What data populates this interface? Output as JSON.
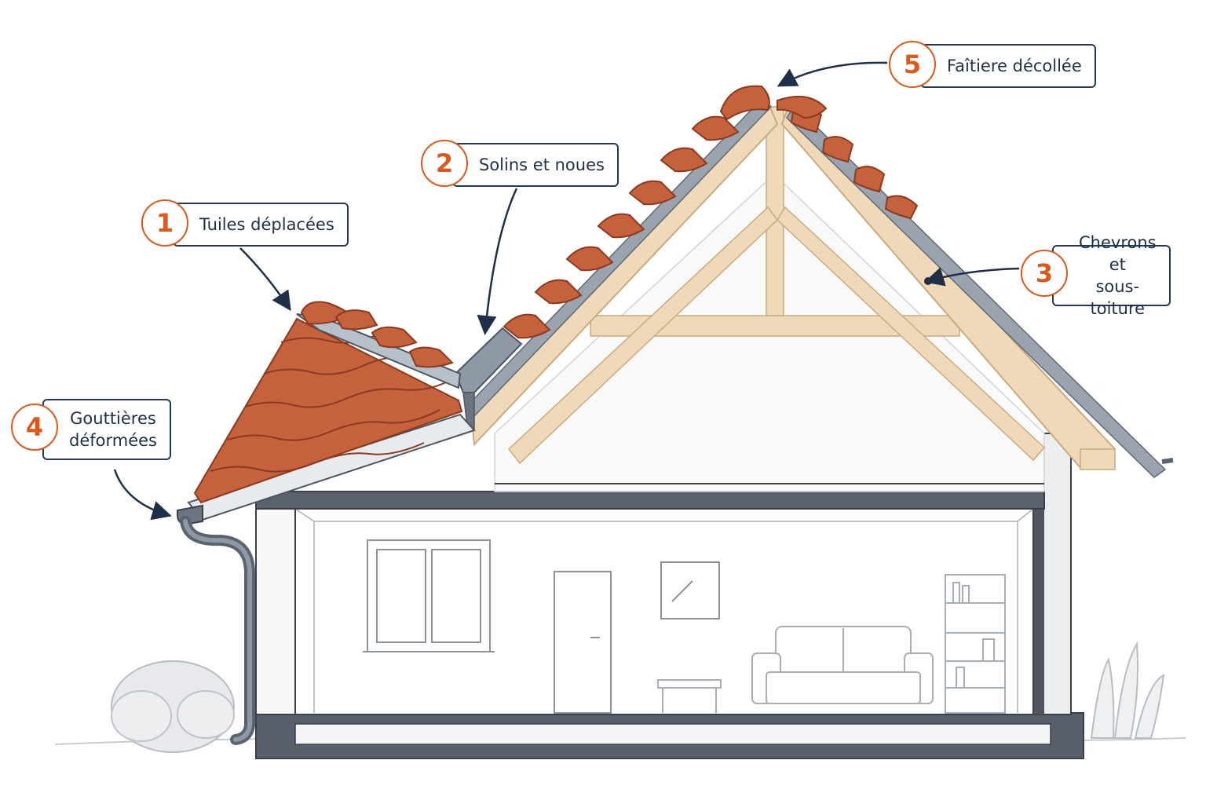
{
  "callouts": [
    {
      "number": "1",
      "label": "Tuiles déplacées"
    },
    {
      "number": "2",
      "label": "Solins et noues"
    },
    {
      "number": "3",
      "line1": "Chevrons et",
      "line2": "sous-toiture"
    },
    {
      "number": "4",
      "line1": "Gouttières",
      "line2": "déformées"
    },
    {
      "number": "5",
      "label": "Faîtiere décollée"
    }
  ],
  "colors": {
    "accent": "#d95a1c",
    "outline": "#263852",
    "tile": "#c5613c",
    "timber": "#efd9b8",
    "wall": "#4f5561",
    "metal": "#8f98a5"
  }
}
